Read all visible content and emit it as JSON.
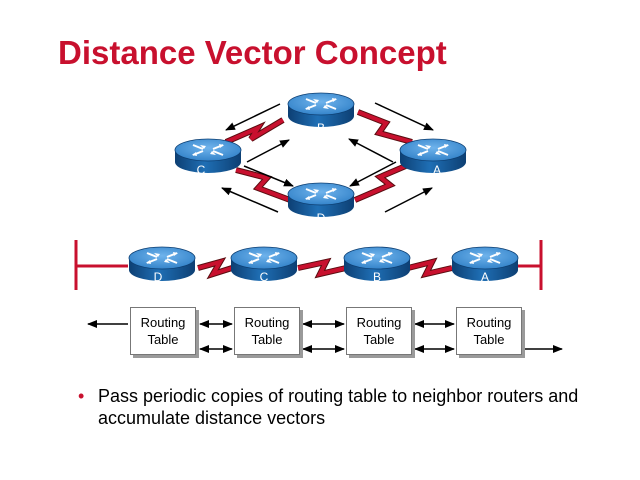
{
  "title": "Distance Vector Concept",
  "routers_top": {
    "b": "B",
    "c": "C",
    "a": "A",
    "d": "D"
  },
  "routers_row": [
    "D",
    "C",
    "B",
    "A"
  ],
  "routing_table": {
    "line1": "Routing",
    "line2": "Table"
  },
  "bullet": "Pass periodic copies of routing table to neighbor routers and accumulate distance vectors",
  "colors": {
    "title": "#c8102e",
    "link": "#c8102e",
    "router_blue": "#1f6fb5",
    "bullet": "#c8102e"
  },
  "icons": {
    "router": "router-icon",
    "serial_link": "zigzag-serial-link-icon"
  }
}
